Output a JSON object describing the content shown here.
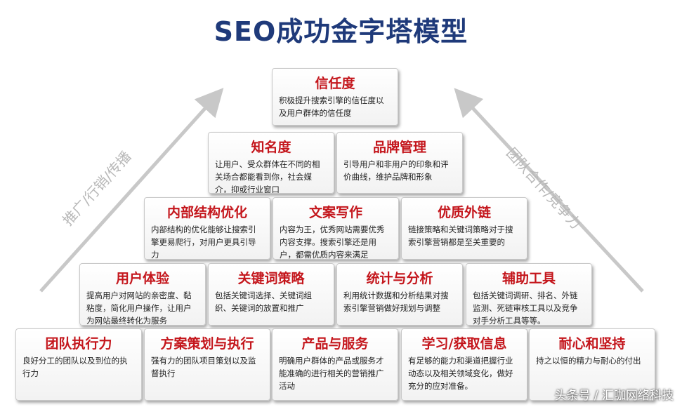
{
  "title": "SEO成功金字塔模型",
  "left_arrow_label": "推广/行销/传播",
  "right_arrow_label": "团队合作/竞争力",
  "rows": [
    [
      {
        "title": "信任度",
        "desc": "积极提升搜索引擎的信任度以及用户群体的信任度"
      }
    ],
    [
      {
        "title": "知名度",
        "desc": "让用户、受众群体在不同的相关场合都能看到你，社会媒介，抑或行业窗口"
      },
      {
        "title": "品牌管理",
        "desc": "引导用户和非用户的印象和评价曲线，维护品牌和形象"
      }
    ],
    [
      {
        "title": "内部结构优化",
        "desc": "内部结构的优化能够让搜索引擎更易爬行，对用户更具引导力"
      },
      {
        "title": "文案写作",
        "desc": "内容为王，优秀网站需要优秀内容支撑。搜索引擎还是用户，都需优质内容来满足"
      },
      {
        "title": "优质外链",
        "desc": "链接策略和关键词策略对于搜索引擎营销都是至关重要的"
      }
    ],
    [
      {
        "title": "用户体验",
        "desc": "提高用户对网站的亲密度、黏粘度，简化用户操作，让用户为网站最终转化为服务"
      },
      {
        "title": "关键词策略",
        "desc": "包括关键词选择、关键词组织、关键词的放置和推广"
      },
      {
        "title": "统计与分析",
        "desc": "利用统计数据和分析结果对搜索引擎营销做好规划与调整"
      },
      {
        "title": "辅助工具",
        "desc": "包括关键词调研、排名、外链监测、死链审核工具以及竞争对手分析工具等等。"
      }
    ],
    [
      {
        "title": "团队执行力",
        "desc": "良好分工的团队以及到位的执行力"
      },
      {
        "title": "方案策划与执行",
        "desc": "强有力的团队项目策划以及监督执行"
      },
      {
        "title": "产品与服务",
        "desc": "明确用户群体的产品或服务才能准确的进行相关的营销推广活动"
      },
      {
        "title": "学习/获取信息",
        "desc": "有足够的能力和渠道把握行业动态以及相关领域变化，做好充分的应对准备。"
      },
      {
        "title": "耐心和坚持",
        "desc": "持之以恒的精力与耐心的付出"
      }
    ]
  ],
  "watermark": "头条号 / 汇咖网络科技",
  "colors": {
    "title": "#1f3a7a",
    "box_title": "#c4161c",
    "arrow": "#c8c8c8"
  }
}
